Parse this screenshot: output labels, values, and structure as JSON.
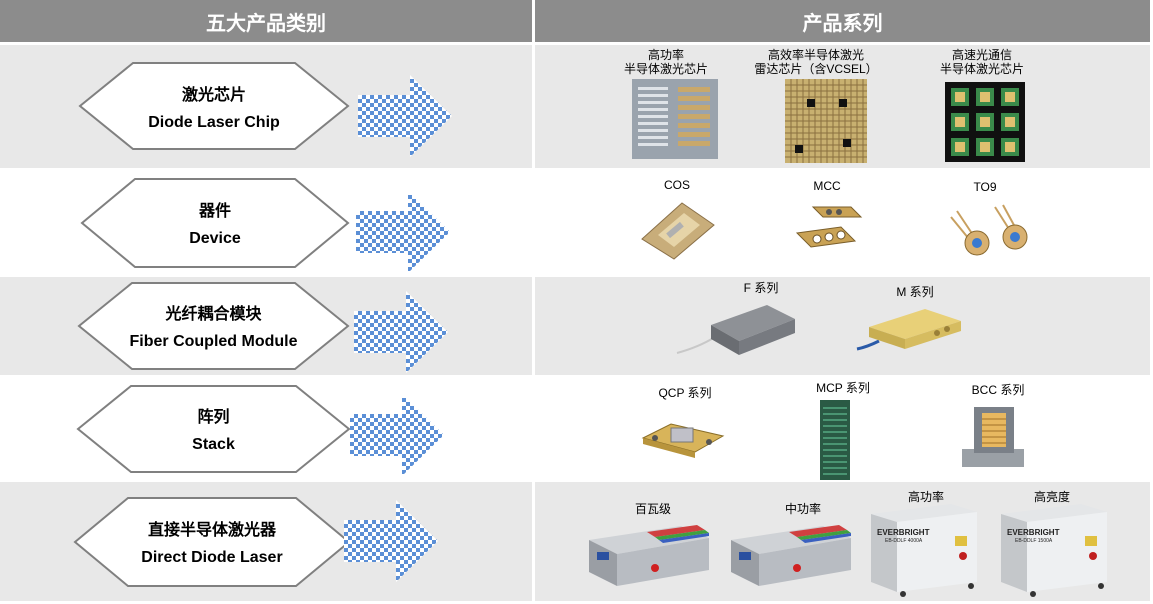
{
  "header": {
    "left_title": "五大产品类别",
    "right_title": "产品系列"
  },
  "colors": {
    "header_bg": "#8c8c8c",
    "row_shade": "#e8e8e8",
    "checker": "#5b8fd6"
  },
  "categories": [
    {
      "zh": "激光芯片",
      "en": "Diode Laser Chip",
      "products": [
        {
          "label_line1": "高功率",
          "label_line2": "半导体激光芯片",
          "icon": "chip-bar-array"
        },
        {
          "label_line1": "高效率半导体激光",
          "label_line2": "雷达芯片（含VCSEL）",
          "icon": "vcsel-wafer"
        },
        {
          "label_line1": "高速光通信",
          "label_line2": "半导体激光芯片",
          "icon": "telecom-chip-grid"
        }
      ]
    },
    {
      "zh": "器件",
      "en": "Device",
      "products": [
        {
          "label_line1": "COS",
          "icon": "cos-submount"
        },
        {
          "label_line1": "MCC",
          "icon": "mcc-mount"
        },
        {
          "label_line1": "TO9",
          "icon": "to-can"
        }
      ]
    },
    {
      "zh": "光纤耦合模块",
      "en": "Fiber Coupled Module",
      "products": [
        {
          "label_line1": "F 系列",
          "icon": "fiber-module-gray"
        },
        {
          "label_line1": "M 系列",
          "icon": "fiber-module-gold"
        }
      ]
    },
    {
      "zh": "阵列",
      "en": "Stack",
      "products": [
        {
          "label_line1": "QCP 系列",
          "icon": "qcp-stack"
        },
        {
          "label_line1": "MCP 系列",
          "icon": "mcp-stack"
        },
        {
          "label_line1": "BCC 系列",
          "icon": "bcc-stack"
        }
      ]
    },
    {
      "zh": "直接半导体激光器",
      "en": "Direct Diode Laser",
      "products": [
        {
          "label_line1": "百瓦级",
          "icon": "rack-laser"
        },
        {
          "label_line1": "中功率",
          "icon": "rack-laser"
        },
        {
          "label_line1": "高功率",
          "icon": "cabinet-laser",
          "panel_brand": "EVERBRIGHT",
          "panel_model": "EB-DDLF 4000A"
        },
        {
          "label_line1": "高亮度",
          "icon": "cabinet-laser",
          "panel_brand": "EVERBRIGHT",
          "panel_model": "EB-DDLF 1500A"
        }
      ]
    }
  ]
}
